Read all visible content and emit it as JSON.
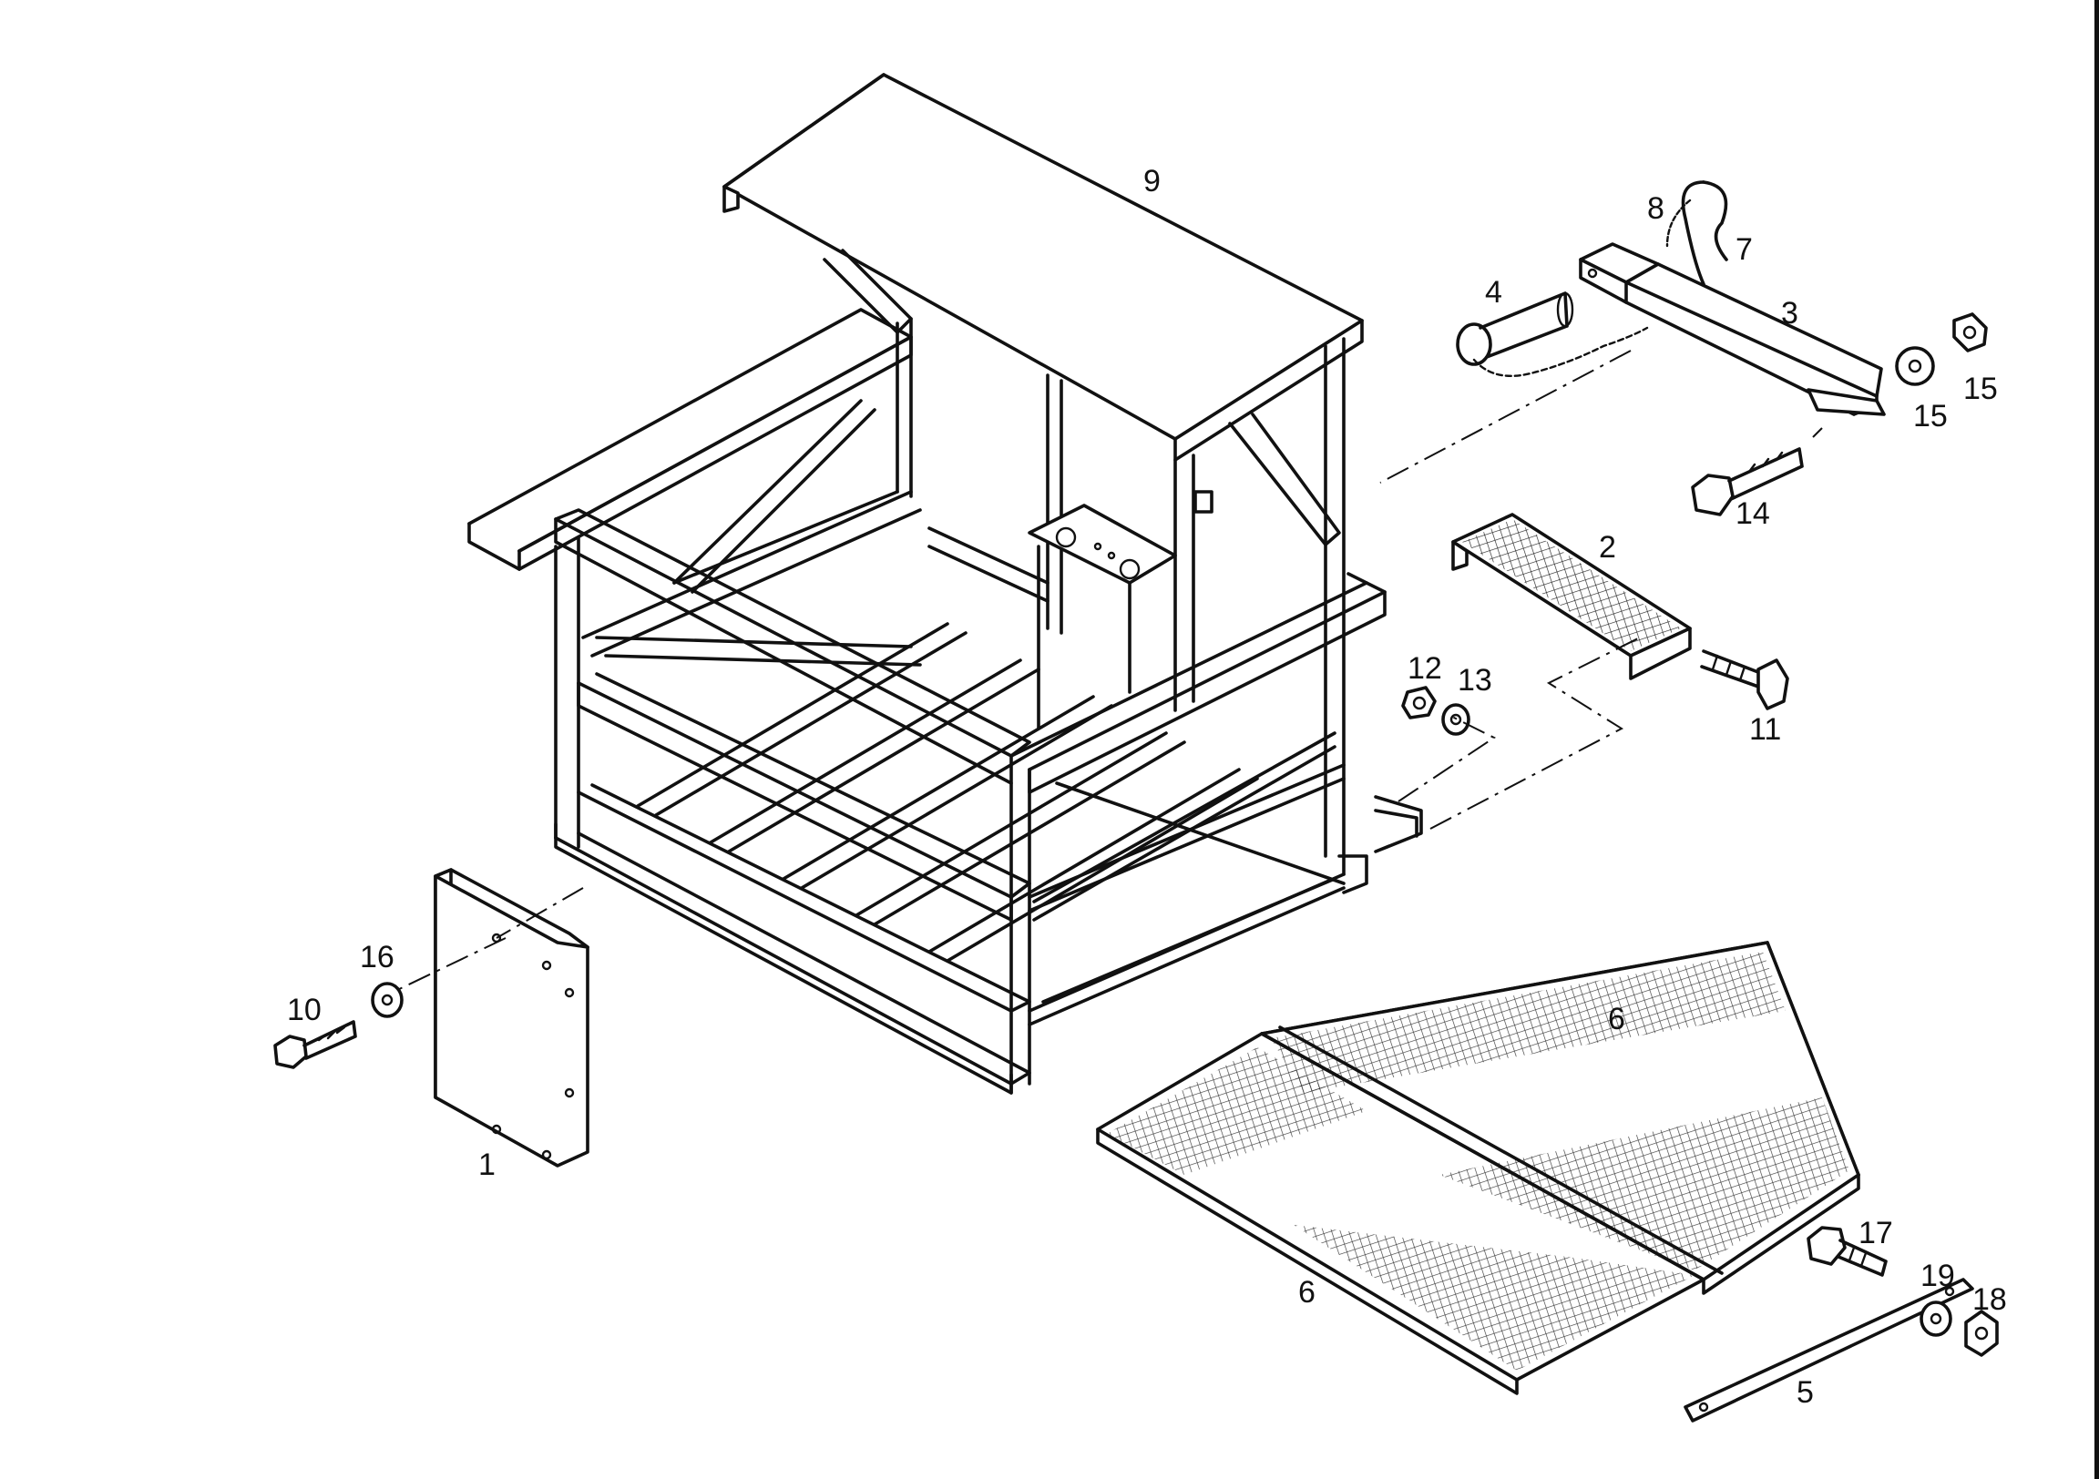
{
  "parts": [
    {
      "id": "part-1",
      "label": "1"
    },
    {
      "id": "part-2",
      "label": "2"
    },
    {
      "id": "part-3",
      "label": "3"
    },
    {
      "id": "part-4",
      "label": "4"
    },
    {
      "id": "part-5",
      "label": "5"
    },
    {
      "id": "part-6a",
      "label": "6"
    },
    {
      "id": "part-6b",
      "label": "6"
    },
    {
      "id": "part-7",
      "label": "7"
    },
    {
      "id": "part-8",
      "label": "8"
    },
    {
      "id": "part-9",
      "label": "9"
    },
    {
      "id": "part-10",
      "label": "10"
    },
    {
      "id": "part-11",
      "label": "11"
    },
    {
      "id": "part-12",
      "label": "12"
    },
    {
      "id": "part-13",
      "label": "13"
    },
    {
      "id": "part-14",
      "label": "14"
    },
    {
      "id": "part-15a",
      "label": "15"
    },
    {
      "id": "part-15b",
      "label": "15"
    },
    {
      "id": "part-16",
      "label": "16"
    },
    {
      "id": "part-17",
      "label": "17"
    },
    {
      "id": "part-18",
      "label": "18"
    },
    {
      "id": "part-19",
      "label": "19"
    }
  ]
}
